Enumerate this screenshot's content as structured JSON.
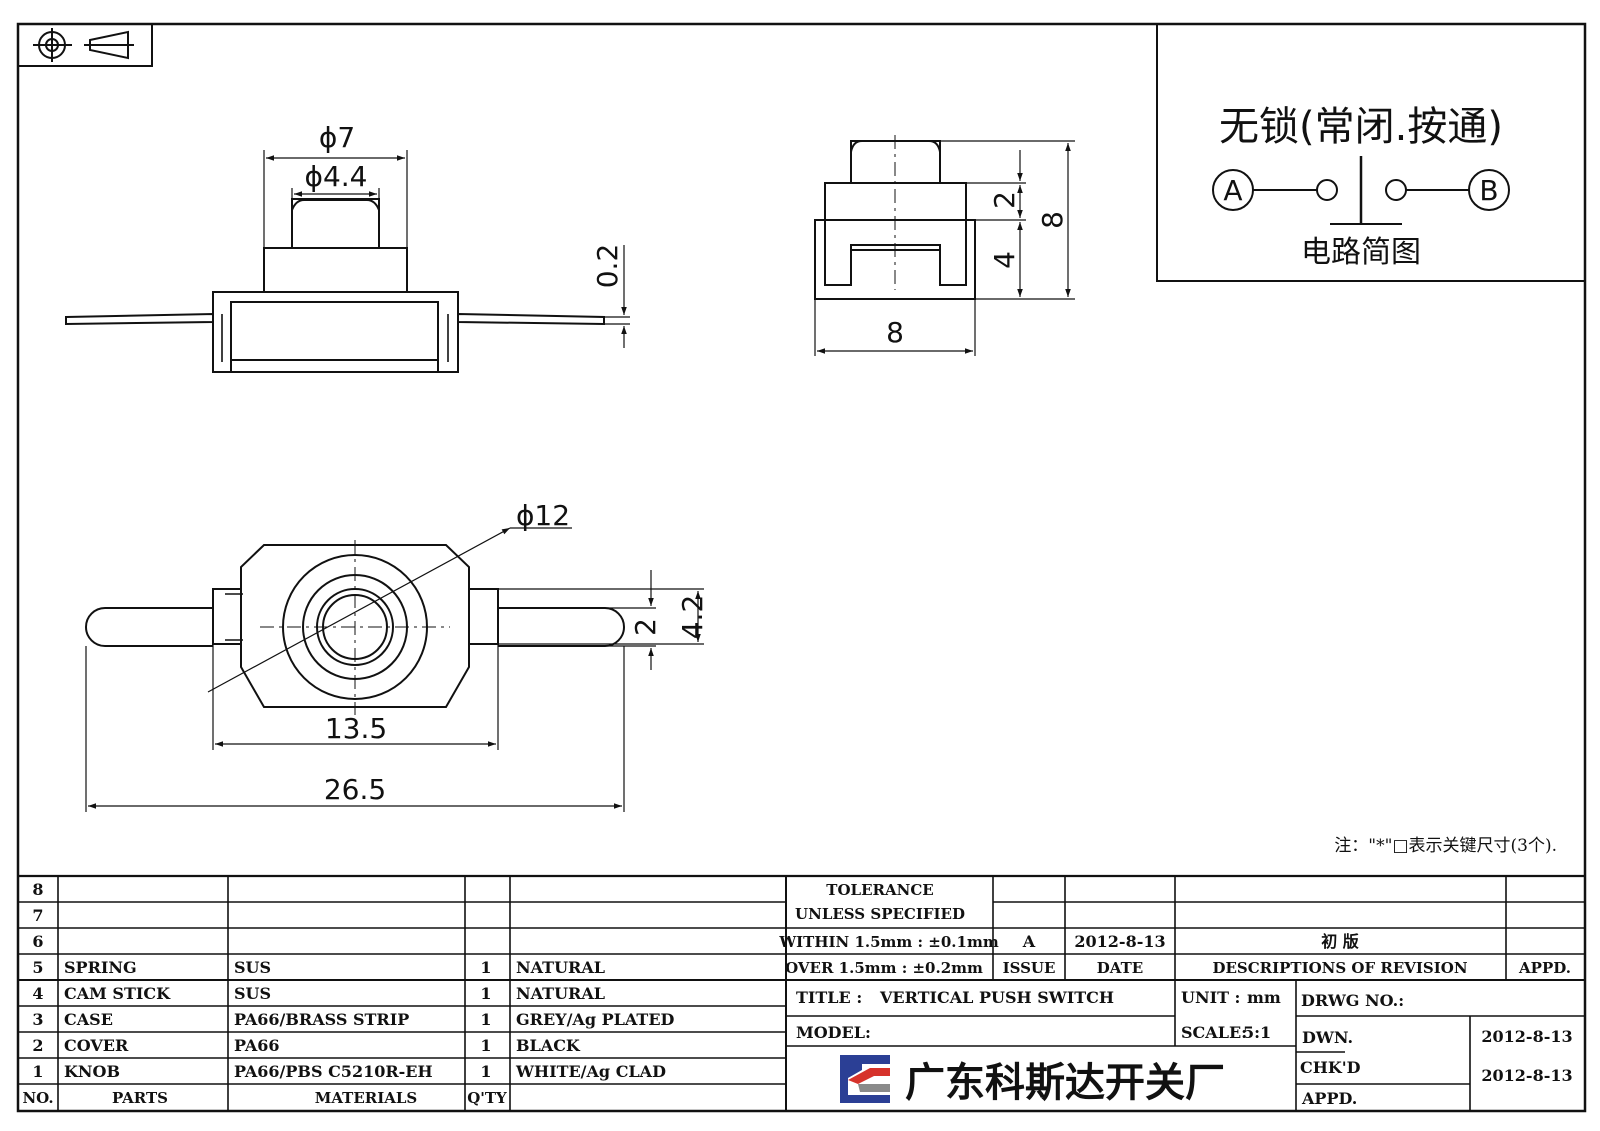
{
  "dimensions": {
    "phi7": "ϕ7",
    "phi4_4": "ϕ4.4",
    "t0_2": "0.2",
    "side_2": "2",
    "side_4": "4",
    "side_8h": "8",
    "side_8w": "8",
    "phi12": "ϕ12",
    "top_2": "2",
    "top_4_2": "4.2",
    "len_13_5": "13.5",
    "len_26_5": "26.5"
  },
  "circuit": {
    "title": "无锁(常闭.按通)",
    "terminal_a": "A",
    "terminal_b": "B",
    "caption": "电路简图"
  },
  "note": "注：\"*\"□表示关键尺寸(3个).",
  "bom": {
    "headers": {
      "no": "NO.",
      "parts": "PARTS",
      "materials": "MATERIALS",
      "qty": "Q'TY"
    },
    "empty_row_numbers": [
      "8",
      "7",
      "6"
    ],
    "rows": [
      {
        "no": "5",
        "part": "SPRING",
        "material": "SUS",
        "qty": "1",
        "finish": "NATURAL"
      },
      {
        "no": "4",
        "part": "CAM STICK",
        "material": "SUS",
        "qty": "1",
        "finish": "NATURAL"
      },
      {
        "no": "3",
        "part": "CASE",
        "material": "PA66/BRASS STRIP",
        "qty": "1",
        "finish": "GREY/Ag PLATED"
      },
      {
        "no": "2",
        "part": "COVER",
        "material": "PA66",
        "qty": "1",
        "finish": "BLACK"
      },
      {
        "no": "1",
        "part": "KNOB",
        "material": "PA66/PBS C5210R-EH",
        "qty": "1",
        "finish": "WHITE/Ag CLAD"
      }
    ]
  },
  "tolerance": {
    "line1": "TOLERANCE",
    "line2": "UNLESS  SPECIFIED",
    "line3": "WITHIN 1.5mm : ±0.1mm",
    "line4": "OVER 1.5mm : ±0.2mm"
  },
  "revision": {
    "issue": "A",
    "date": "2012-8-13",
    "description": "初 版",
    "headers": {
      "issue": "ISSUE",
      "date": "DATE",
      "description": "DESCRIPTIONS OF REVISION",
      "appd": "APPD."
    }
  },
  "title_block": {
    "title_label": "TITLE :",
    "title_value": "VERTICAL PUSH SWITCH",
    "unit_label": "UNIT :",
    "unit_value": "mm",
    "drwg_label": "DRWG NO.:",
    "model_label": "MODEL:",
    "scale_label": "SCALE:",
    "scale_value": "5:1",
    "dwn_label": "DWN.",
    "dwn_date": "2012-8-13",
    "chkd_label": "CHK'D",
    "chkd_date": "2012-8-13",
    "appd_label": "APPD.",
    "company": "广东科斯达开关厂"
  },
  "colors": {
    "ink": "#111111",
    "logo_blue": "#2b3f95",
    "logo_red": "#d6322b",
    "logo_gray": "#8a8a8a"
  }
}
